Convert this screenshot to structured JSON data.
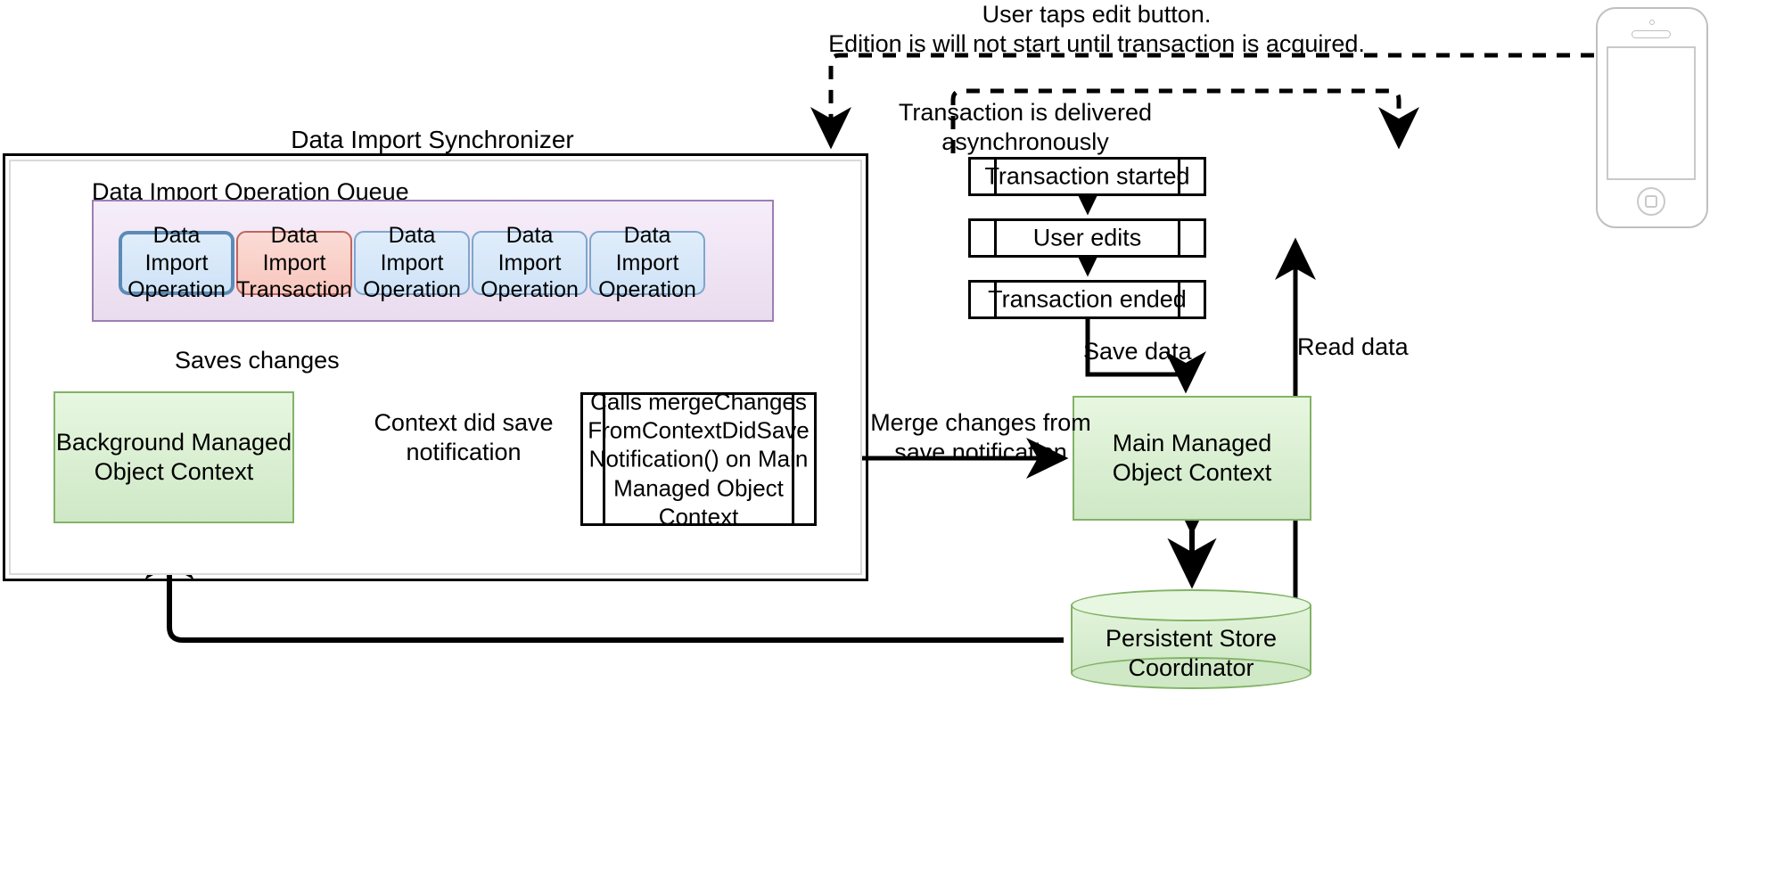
{
  "diagram": {
    "notes": {
      "user_taps_edit": "User taps edit button.\nEdition is will not start until transaction is acquired.",
      "transaction_async": "Transaction is delivered\nasynchronously"
    },
    "synchronizer": {
      "title": "Data Import Synchronizer",
      "queue_title": "Data Import Operation Queue",
      "queue_items": [
        {
          "label": "Data Import\nOperation",
          "style": "blue-highlight"
        },
        {
          "label": "Data Import\nTransaction",
          "style": "red"
        },
        {
          "label": "Data Import\nOperation",
          "style": "blue"
        },
        {
          "label": "Data Import\nOperation",
          "style": "blue"
        },
        {
          "label": "Data Import\nOperation",
          "style": "blue"
        }
      ]
    },
    "contexts": {
      "background": "Background Managed\nObject Context",
      "main": "Main Managed Object\nContext",
      "persistent_store": "Persistent Store\nCoordinator"
    },
    "process_merge": "Calls mergeChanges\nFromContextDidSave\nNotification()\non Main Managed\nObject Context",
    "transaction_steps": [
      "Transaction started",
      "User edits",
      "Transaction ended"
    ],
    "edge_labels": {
      "saves_changes": "Saves changes",
      "context_did_save": "Context did save\nnotification",
      "merge_changes": "Merge changes from\nsave notification",
      "save_data": "Save data",
      "read_data": "Read data"
    },
    "device": {
      "name": "iPhone outline"
    },
    "colors": {
      "queue_fill": "#efe3f4",
      "queue_border": "#9d7eb4",
      "op_fill": "#d7e7f8",
      "op_border": "#7ea6cc",
      "op_highlight_border": "#5b8bb5",
      "txn_fill": "#f9cfc6",
      "txn_border": "#c0655c",
      "context_fill": "#daf0d1",
      "context_border": "#82b366",
      "stroke": "#000000"
    }
  }
}
